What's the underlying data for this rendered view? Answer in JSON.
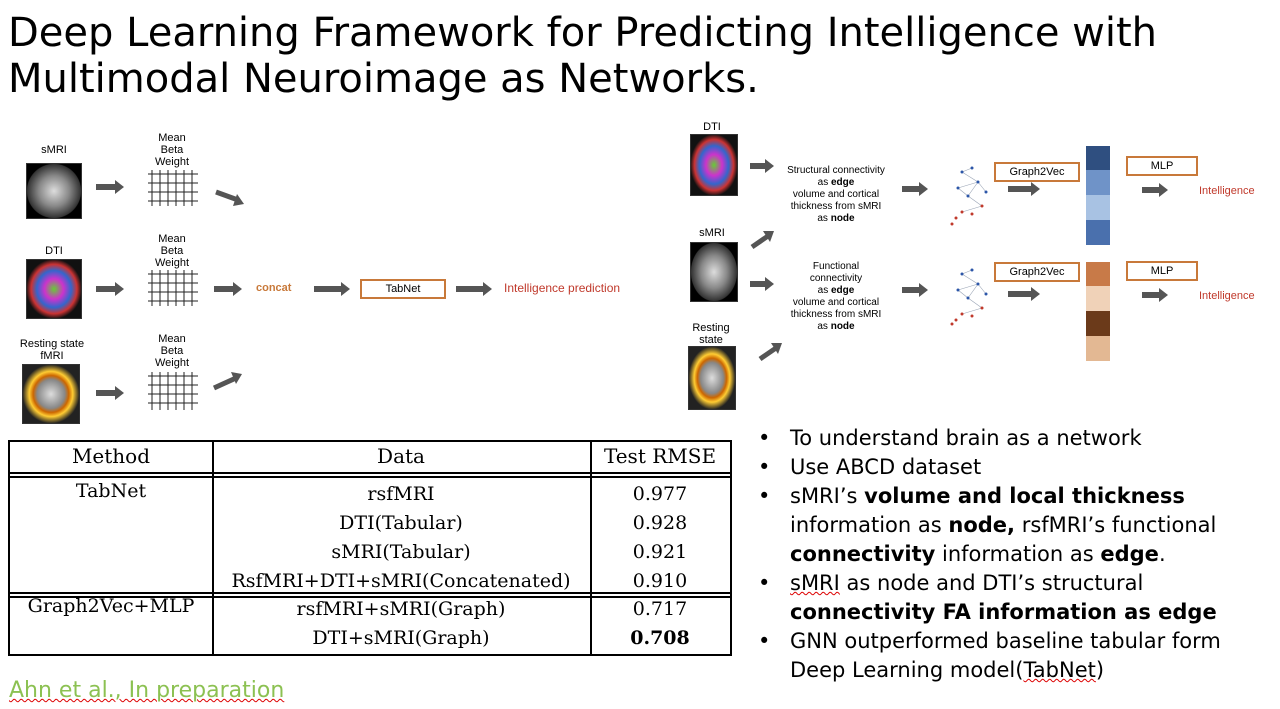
{
  "title_line1": "Deep Learning Framework for Predicting Intelligence with",
  "title_line2": "Multimodal Neuroimage as Networks.",
  "left_diagram": {
    "rows": [
      {
        "modality": "sMRI",
        "feature": "Mean\nBeta\nWeight"
      },
      {
        "modality": "DTI",
        "feature": "Mean\nBeta\nWeight"
      },
      {
        "modality": "Resting state\nfMRI",
        "feature": "Mean\nBeta\nWeight"
      }
    ],
    "concat_label": "concat",
    "model_label": "TabNet",
    "output_label": "Intelligence prediction"
  },
  "right_diagram": {
    "dti_label": "DTI",
    "smri_label": "sMRI",
    "fmri_label": "Resting state\nfMRI",
    "structural_line1": "Structural connectivity",
    "structural_line2": "as ",
    "structural_edge": "edge",
    "structural_line3": "volume and cortical",
    "structural_line4": "thickness from sMRI",
    "structural_line5": "as ",
    "structural_node": "node",
    "functional_line1": "Functional connectivity",
    "functional_line2": "as ",
    "functional_edge": "edge",
    "functional_line3": "volume and cortical",
    "functional_line4": "thickness from sMRI",
    "functional_line5": "as ",
    "functional_node": "node",
    "graph2vec_label": "Graph2Vec",
    "mlp_label": "MLP",
    "intelligence_label": "Intelligence",
    "colors": {
      "blue_stack": [
        "#2f4f80",
        "#6f93c8",
        "#a8c2e3",
        "#4a70ad"
      ],
      "brown_stack": [
        "#c87a48",
        "#f0d2b8",
        "#6b3a1a",
        "#e3b893"
      ]
    }
  },
  "table": {
    "headers": [
      "Method",
      "Data",
      "Test RMSE"
    ],
    "groups": [
      {
        "method": "TabNet",
        "rows": [
          {
            "data": "rsfMRI",
            "rmse": "0.977"
          },
          {
            "data": "DTI(Tabular)",
            "rmse": "0.928"
          },
          {
            "data": "sMRI(Tabular)",
            "rmse": "0.921"
          },
          {
            "data": "RsfMRI+DTI+sMRI(Concatenated)",
            "rmse": "0.910"
          }
        ]
      },
      {
        "method": "Graph2Vec+MLP",
        "rows": [
          {
            "data": "rsfMRI+sMRI(Graph)",
            "rmse": "0.717"
          },
          {
            "data": "DTI+sMRI(Graph)",
            "rmse": "0.708"
          }
        ]
      }
    ]
  },
  "bullets": {
    "b1": "To understand brain as a network",
    "b2": "Use ABCD dataset",
    "b3_a": "sMRI’s ",
    "b3_b": "volume and local thickness",
    "b3_c": " information as ",
    "b3_d": "node,",
    "b3_e": " rsfMRI’s functional ",
    "b3_f": "connectivity",
    "b3_g": " information as ",
    "b3_h": "edge",
    "b3_i": ".",
    "b4_a": "sMRI",
    "b4_b": " as node and DTI’s structural ",
    "b4_c": "connectivity FA information as edge",
    "b5_a": "GNN outperformed baseline tabular form Deep Learning model(",
    "b5_b": "TabNet",
    "b5_c": ")"
  },
  "footer": "Ahn et al., In preparation"
}
